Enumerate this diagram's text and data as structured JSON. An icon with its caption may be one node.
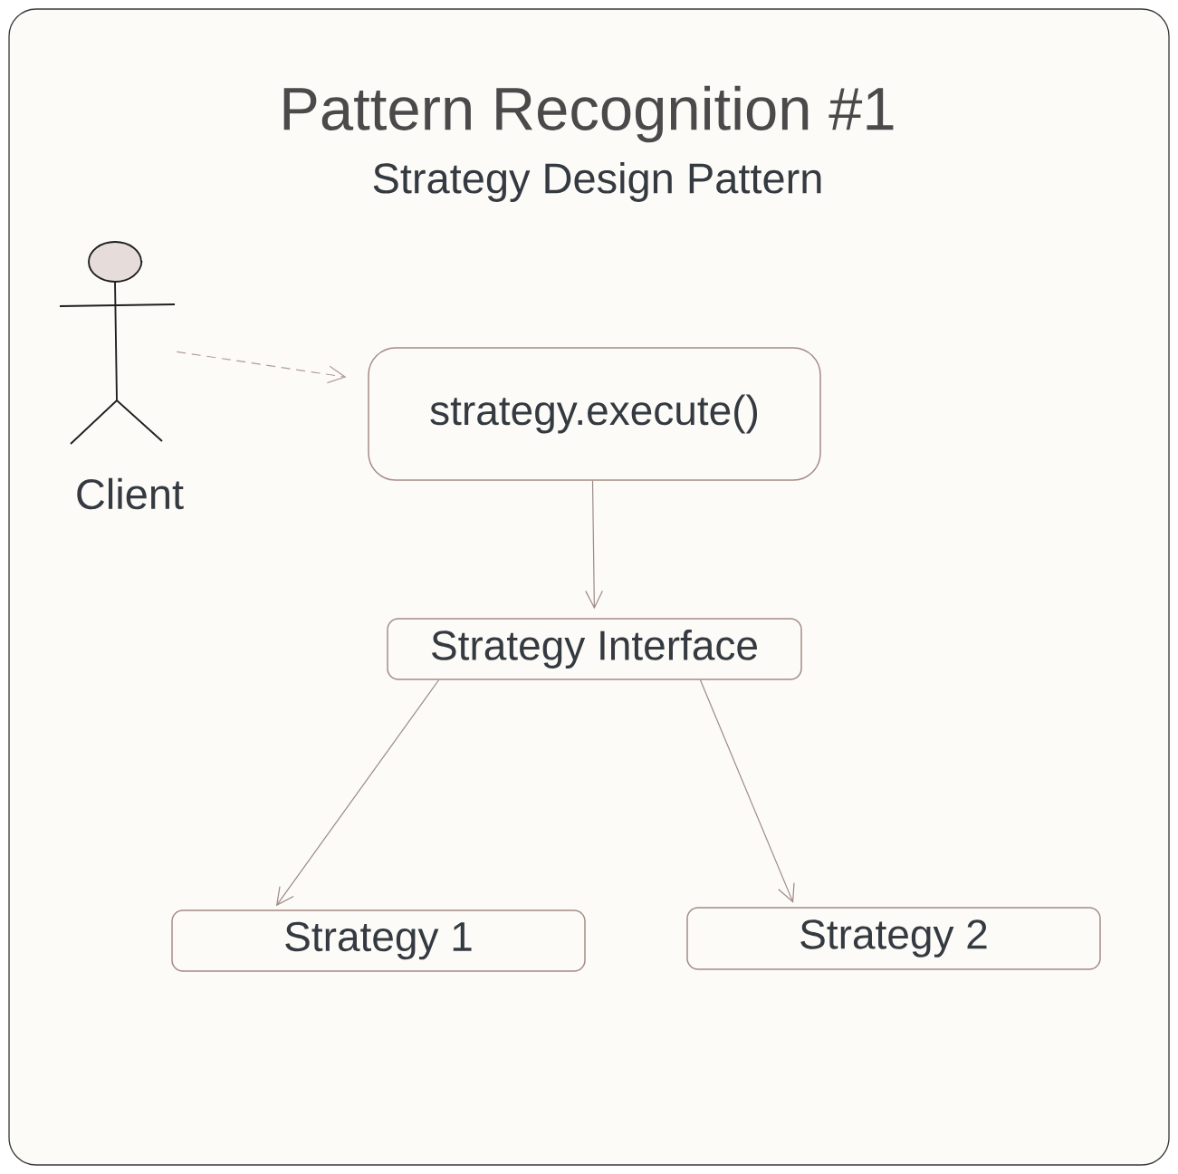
{
  "diagram": {
    "title": "Pattern Recognition #1",
    "nodes": [
      {
        "text": [
          "Client"
        ]
      },
      {
        "text": [
          "strategy.execute()"
        ]
      },
      {
        "text": [
          "Strategy Interface"
        ]
      },
      {
        "text": [
          "Strategy 1"
        ]
      },
      {
        "text": [
          "Strategy 2"
        ]
      }
    ],
    "edges": [
      {
        "from": 0,
        "to": 1,
        "arrow": "to",
        "style": "dashed",
        "color": "#b39a9e"
      },
      {
        "from": 1,
        "to": 2,
        "arrow": "to"
      },
      {
        "from": 2,
        "to": 3,
        "arrow": "to"
      },
      {
        "from": 2,
        "to": 4,
        "arrow": "to"
      }
    ],
    "labels": [
      "Strategy Design Pattern"
    ]
  }
}
